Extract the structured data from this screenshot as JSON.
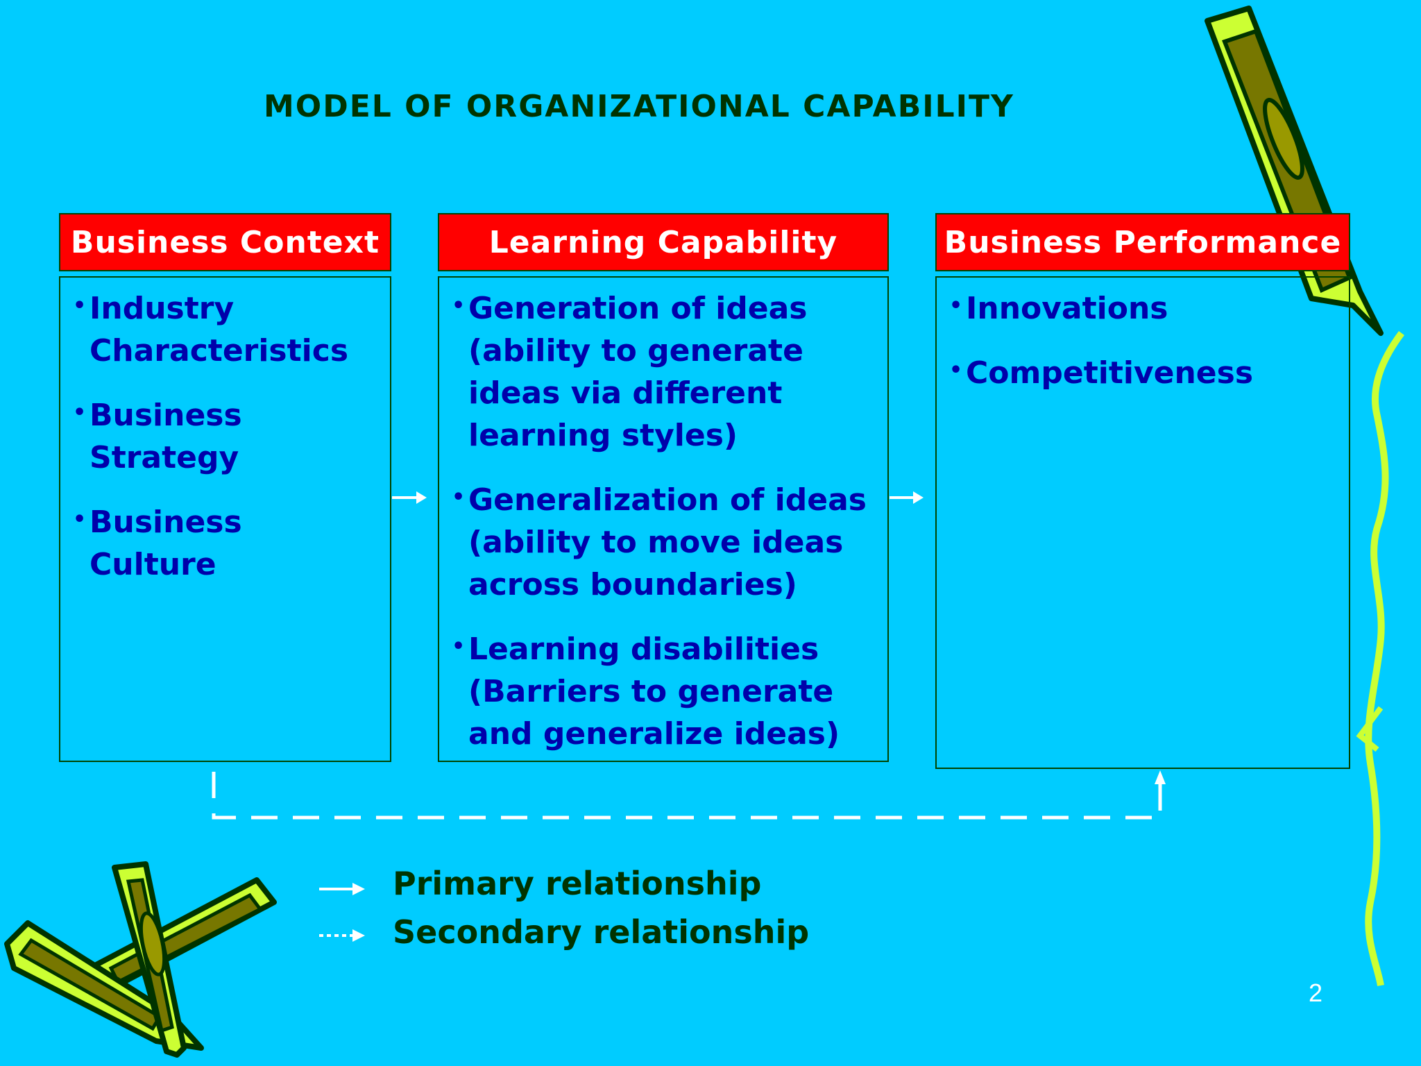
{
  "title": "MODEL OF ORGANIZATIONAL CAPABILITY",
  "columns": [
    {
      "header": "Business Context",
      "items": [
        "Industry Characteristics",
        "Business Strategy",
        "Business Culture"
      ]
    },
    {
      "header": "Learning Capability",
      "items": [
        "Generation of ideas (ability to generate ideas via different learning styles)",
        "Generalization of ideas (ability to move ideas across boundaries)",
        "Learning disabilities (Barriers to generate and generalize ideas)"
      ]
    },
    {
      "header": "Business Performance",
      "items": [
        "Innovations",
        "Competitiveness"
      ]
    }
  ],
  "legend": {
    "primary": "Primary relationship",
    "secondary": "Secondary relationship"
  },
  "page_number": "2",
  "colors": {
    "background": "#00CCFF",
    "header_fill": "#FF0000",
    "body_text": "#0000AA",
    "title_text": "#003300"
  },
  "icons": [
    "pencil-icon",
    "crossed-pencils-icon",
    "squiggle-decoration"
  ]
}
